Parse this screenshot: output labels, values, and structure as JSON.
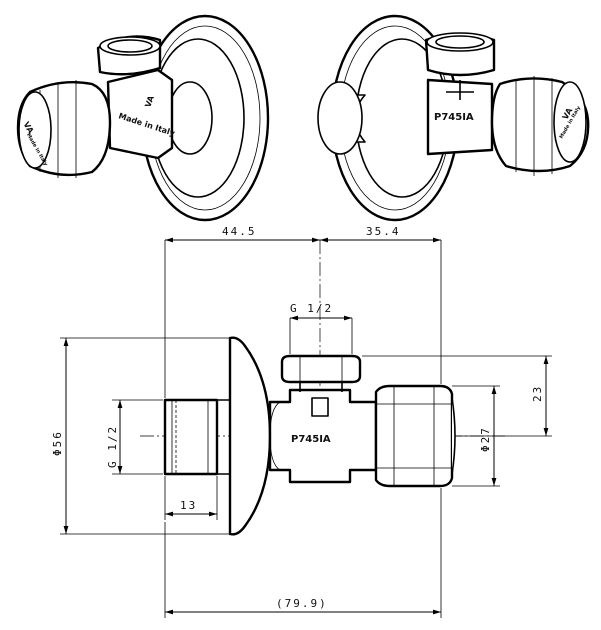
{
  "iso_left": {
    "brand_mark": "VA",
    "country_text": "Made in Italy",
    "handle_logo": "VA",
    "handle_text": "Made in Italy"
  },
  "iso_right": {
    "part_number": "P745IA",
    "handle_logo": "VA",
    "handle_text": "Made in Italy"
  },
  "drawing": {
    "part_number": "P745IA",
    "dimensions": {
      "top_left": "44.5",
      "top_right": "35.4",
      "outlet_thread": "G 1/2",
      "height_right": "23",
      "diameter_handle": "Φ27",
      "diameter_flange": "Φ56",
      "inlet_thread": "G 1/2",
      "thread_length": "13",
      "overall_length": "(79.9)"
    }
  }
}
